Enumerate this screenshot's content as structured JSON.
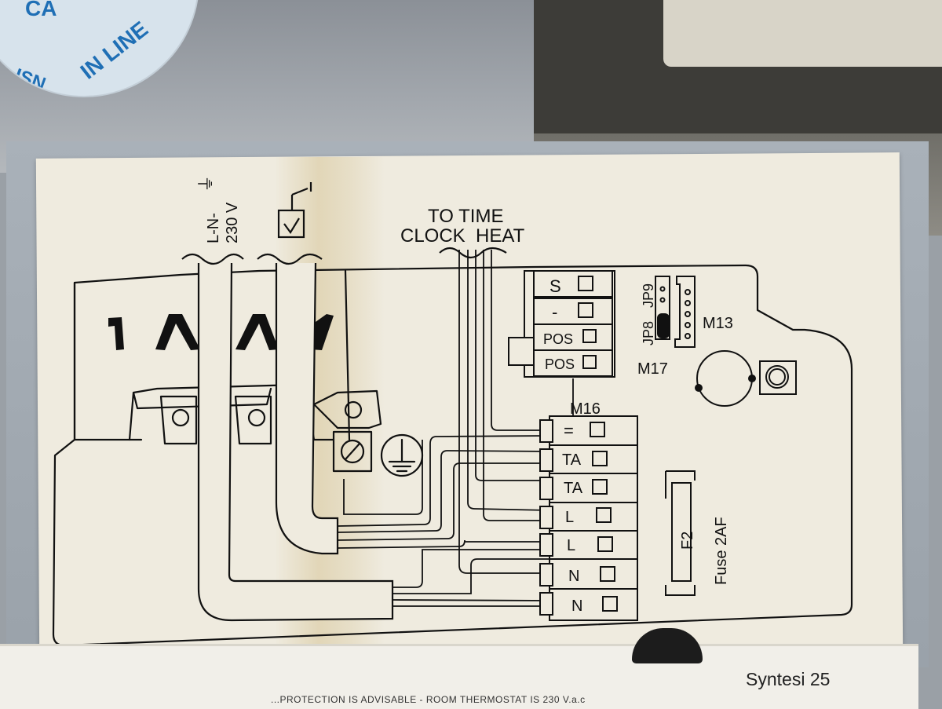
{
  "sticker": {
    "text": "IN LINE",
    "partial": "CA",
    "partial2": "ISN"
  },
  "power": {
    "symbols": "L-N-",
    "voltage": "230 V"
  },
  "time_clock": {
    "line1": "TO TIME",
    "line2": "CLOCK  HEAT"
  },
  "terminals_top": [
    "S",
    "-",
    "POS",
    "POS"
  ],
  "terminals_m16": [
    "=",
    "TA",
    "TA",
    "L",
    "L",
    "N",
    "N"
  ],
  "labels": {
    "m16": "M16",
    "m17": "M17",
    "m13": "M13",
    "jp8": "JP8",
    "jp9": "JP9",
    "f2": "F2",
    "fuse": "Fuse  2AF"
  },
  "bottom": {
    "brand": "Syntesi 25",
    "warning": "...PROTECTION IS ADVISABLE - ROOM THERMOSTAT IS 230 V.a.c"
  },
  "colors": {
    "ink": "#111111",
    "paper": "#efebdf",
    "sticker_blue": "#1f6fb5"
  }
}
